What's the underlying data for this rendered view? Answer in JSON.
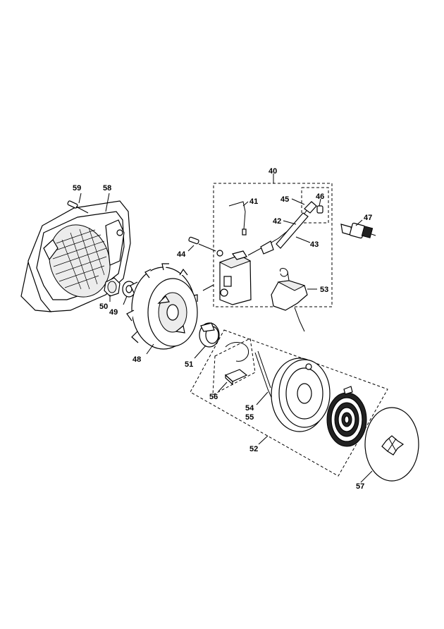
{
  "labels": {
    "l40": "40",
    "l41": "41",
    "l42": "42",
    "l43": "43",
    "l44": "44",
    "l45": "45",
    "l46": "46",
    "l47": "47",
    "l48": "48",
    "l49": "49",
    "l50": "50",
    "l51": "51",
    "l52": "52",
    "l53": "53",
    "l54": "54",
    "l55": "55",
    "l56": "56",
    "l57": "57",
    "l58": "58",
    "l59": "59"
  }
}
